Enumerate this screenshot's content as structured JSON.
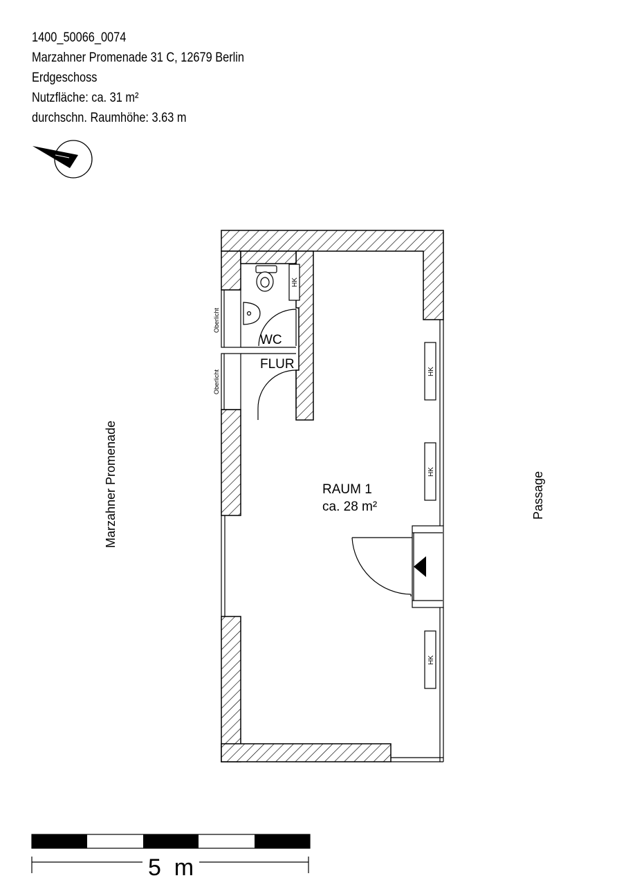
{
  "header": {
    "id": "1400_50066_0074",
    "address": "Marzahner Promenade 31 C, 12679 Berlin",
    "floor": "Erdgeschoss",
    "area": "Nutzfläche: ca. 31 m²",
    "height": "durchschn. Raumhöhe: 3.63 m"
  },
  "rooms": {
    "wc": "WC",
    "flur": "FLUR",
    "raum1_name": "RAUM 1",
    "raum1_area": "ca. 28 m²"
  },
  "labels": {
    "oberlicht_1": "Oberlicht",
    "oberlicht_2": "Oberlicht",
    "hk_wc": "HK",
    "hk_1": "HK",
    "hk_2": "HK",
    "hk_3": "HK"
  },
  "streets": {
    "left": "Marzahner Promenade",
    "right": "Passage"
  },
  "scale": {
    "label": "5  m"
  },
  "icons": {
    "north_arrow": "north-arrow-icon",
    "entrance": "entrance-arrow-icon"
  }
}
